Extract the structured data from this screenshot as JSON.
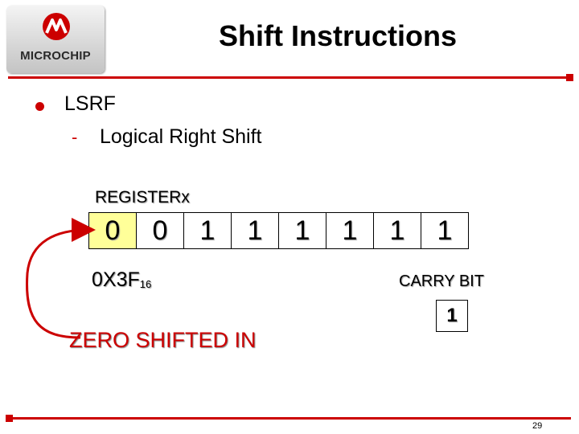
{
  "logo": {
    "text": "MICROCHIP",
    "icon": "microchip-logo-icon"
  },
  "title": "Shift Instructions",
  "bullet": {
    "label": "LSRF"
  },
  "sub_bullet": {
    "dash": "-",
    "label": "Logical Right Shift"
  },
  "register": {
    "label": "REGISTERx",
    "bits": [
      "0",
      "0",
      "1",
      "1",
      "1",
      "1",
      "1",
      "1"
    ]
  },
  "hex": {
    "value": "0X3F",
    "base": "16"
  },
  "carry": {
    "label": "CARRY BIT",
    "value": "1"
  },
  "annotation": "ZERO SHIFTED IN",
  "page_number": "29",
  "colors": {
    "accent": "#cc0000",
    "highlight": "#ffff99",
    "text": "#000000"
  }
}
